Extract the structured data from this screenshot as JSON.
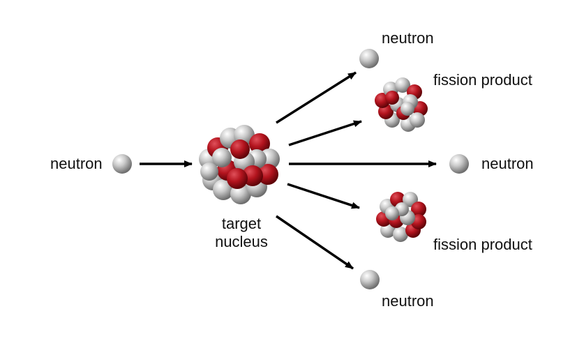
{
  "labels": {
    "incoming_neutron": "neutron",
    "target_nucleus_line1": "target",
    "target_nucleus_line2": "nucleus",
    "neutron_top": "neutron",
    "fission_product_top": "fission product",
    "neutron_middle": "neutron",
    "fission_product_bottom": "fission product",
    "neutron_bottom": "neutron"
  },
  "colors": {
    "proton": "#b3141e",
    "neutron": "#cfcfcf",
    "arrow": "#000000",
    "text": "#111111"
  }
}
